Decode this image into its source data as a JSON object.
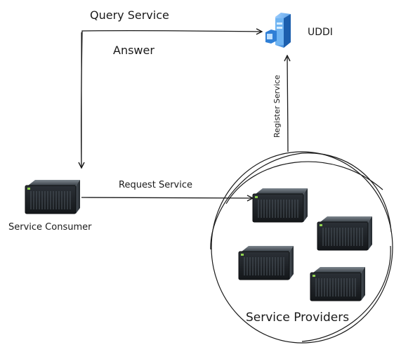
{
  "labels": {
    "query": "Query Service",
    "answer": "Answer",
    "uddi": "UDDI",
    "register": "Register Service",
    "request": "Request Service",
    "consumer": "Service Consumer",
    "providers": "Service Providers"
  },
  "colors": {
    "ink": "#1a1a1a",
    "server_dark": "#1f2328",
    "server_mid": "#3a4148",
    "server_light": "#6b747c",
    "uddi_blue": "#2f7fd6",
    "uddi_light": "#bfe0ff"
  },
  "icons": {
    "uddi": "uddi-server-icon",
    "server": "rack-server-icon"
  }
}
